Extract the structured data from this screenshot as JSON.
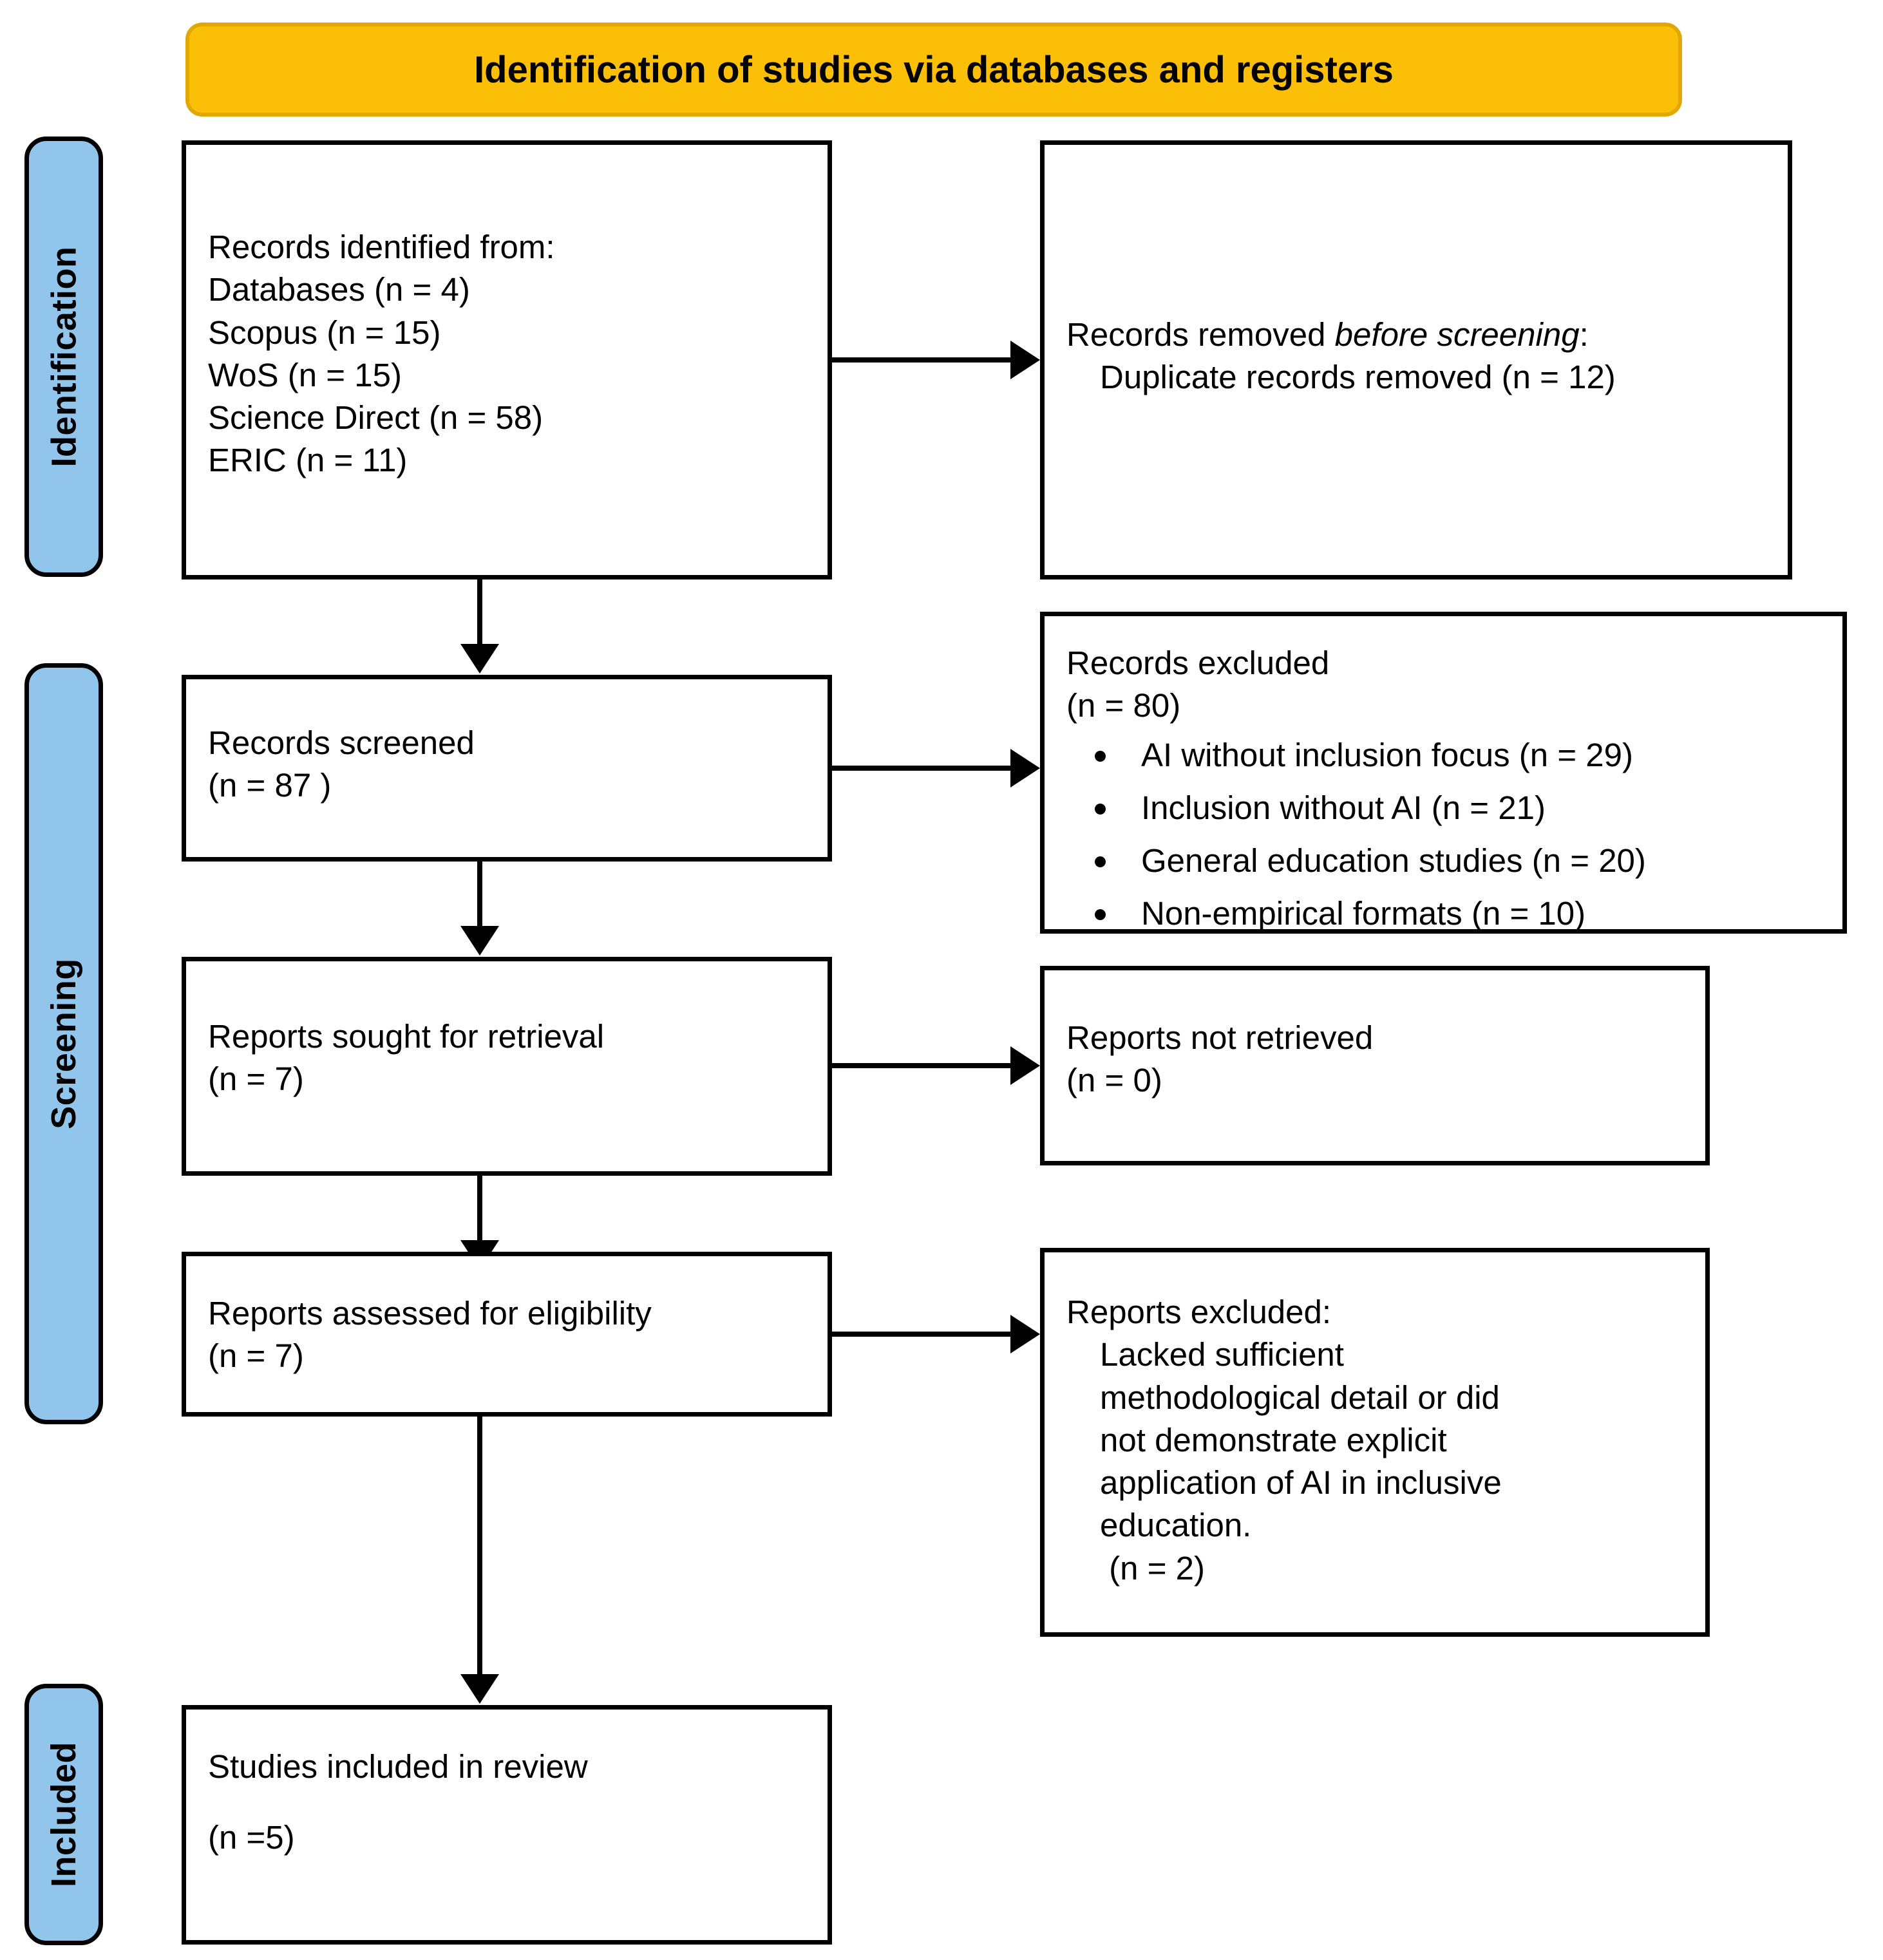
{
  "header": {
    "title": "Identification of studies via databases and registers"
  },
  "stages": [
    {
      "label": "Identification"
    },
    {
      "label": "Screening"
    },
    {
      "label": "Included"
    }
  ],
  "boxes": {
    "records_identified": {
      "title": "Records identified from:",
      "sources": [
        "Databases (n = 4)",
        "Scopus (n = 15)",
        "WoS (n = 15)",
        "Science Direct (n = 58)",
        "ERIC (n = 11)"
      ]
    },
    "records_removed": {
      "line1_prefix": "Records removed ",
      "line1_italic": "before screening",
      "line1_suffix": ":",
      "line2": "Duplicate records removed (n = 12)"
    },
    "records_screened": {
      "title": "Records screened",
      "count": "(n = 87 )"
    },
    "records_excluded": {
      "title": "Records excluded",
      "count": "(n = 80)",
      "reasons": [
        "AI without inclusion focus (n = 29)",
        "Inclusion without AI (n = 21)",
        "General education studies (n = 20)",
        "Non-empirical formats (n = 10)"
      ]
    },
    "reports_sought": {
      "title": "Reports sought for retrieval",
      "count": "(n = 7)"
    },
    "reports_not_retrieved": {
      "title": "Reports not retrieved",
      "count": "(n = 0)"
    },
    "reports_assessed": {
      "title": "Reports assessed for eligibility",
      "count": "(n = 7)"
    },
    "reports_excluded": {
      "title": "Reports excluded:",
      "reason_lines": [
        "Lacked sufficient",
        "methodological detail or did",
        "not demonstrate explicit",
        "application of AI in inclusive",
        "education."
      ],
      "count": " (n = 2)"
    },
    "studies_included": {
      "title": "Studies included in review",
      "count": "(n =5)"
    }
  },
  "colors": {
    "banner_fill": "#FCBF07",
    "banner_border": "#E0A800",
    "stage_fill": "#92C5EB",
    "stroke": "#000000"
  }
}
